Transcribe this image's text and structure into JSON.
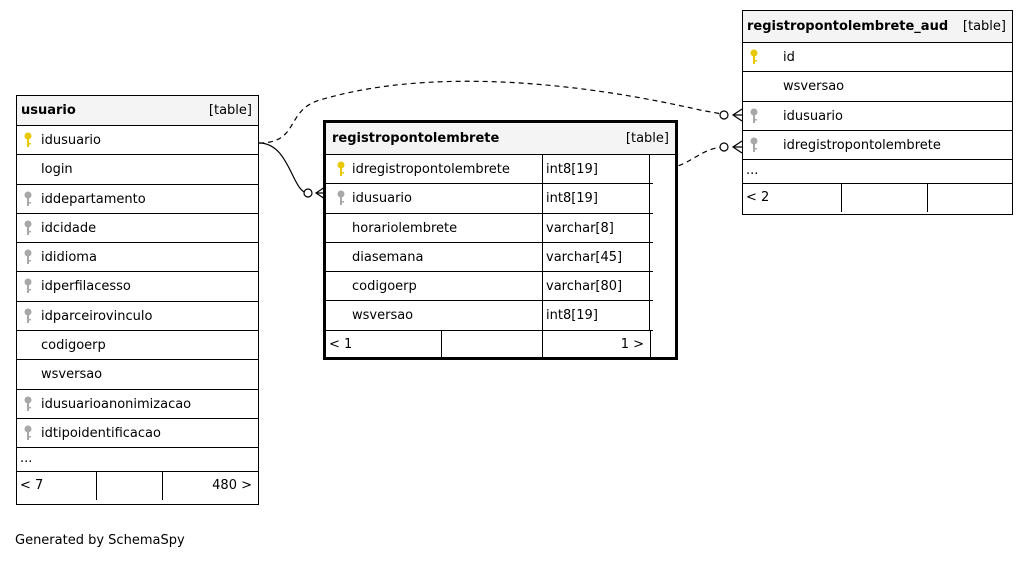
{
  "tables": {
    "usuario": {
      "name": "usuario",
      "kind": "[table]",
      "columns": [
        {
          "name": "idusuario",
          "key": "primary"
        },
        {
          "name": "login",
          "key": "none"
        },
        {
          "name": "iddepartamento",
          "key": "foreign"
        },
        {
          "name": "idcidade",
          "key": "foreign"
        },
        {
          "name": "ididioma",
          "key": "foreign"
        },
        {
          "name": "idperfilacesso",
          "key": "foreign"
        },
        {
          "name": "idparceirovinculo",
          "key": "foreign"
        },
        {
          "name": "codigoerp",
          "key": "none"
        },
        {
          "name": "wsversao",
          "key": "none"
        },
        {
          "name": "idusuarioanonimizacao",
          "key": "foreign"
        },
        {
          "name": "idtipoidentificacao",
          "key": "foreign"
        }
      ],
      "more": "...",
      "parents": "< 7",
      "rows": "480 >"
    },
    "registropontolembrete": {
      "name": "registropontolembrete",
      "kind": "[table]",
      "columns": [
        {
          "name": "idregistropontolembrete",
          "type": "int8[19]",
          "key": "primary"
        },
        {
          "name": "idusuario",
          "type": "int8[19]",
          "key": "foreign"
        },
        {
          "name": "horariolembrete",
          "type": "varchar[8]",
          "key": "none"
        },
        {
          "name": "diasemana",
          "type": "varchar[45]",
          "key": "none"
        },
        {
          "name": "codigoerp",
          "type": "varchar[80]",
          "key": "none"
        },
        {
          "name": "wsversao",
          "type": "int8[19]",
          "key": "none"
        }
      ],
      "parents": "< 1",
      "rows": "1 >"
    },
    "registropontolembrete_aud": {
      "name": "registropontolembrete_aud",
      "kind": "[table]",
      "columns": [
        {
          "name": "id",
          "key": "primary"
        },
        {
          "name": "wsversao",
          "key": "none"
        },
        {
          "name": "idusuario",
          "key": "foreign"
        },
        {
          "name": "idregistropontolembrete",
          "key": "foreign"
        }
      ],
      "more": "...",
      "parents": "< 2"
    }
  },
  "footer": "Generated by SchemaSpy",
  "colors": {
    "primary_key": "#e8c800",
    "foreign_key": "#a8a8a8",
    "header_bg": "#f4f4f4"
  }
}
